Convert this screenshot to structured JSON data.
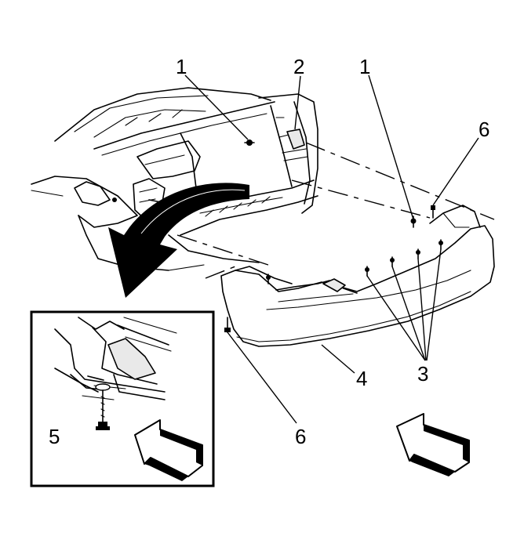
{
  "diagram": {
    "callouts": {
      "c1_left": "1",
      "c2": "2",
      "c1_right": "1",
      "c6_top": "6",
      "c4": "4",
      "c3": "3",
      "c5": "5",
      "c6_bottom": "6"
    }
  }
}
